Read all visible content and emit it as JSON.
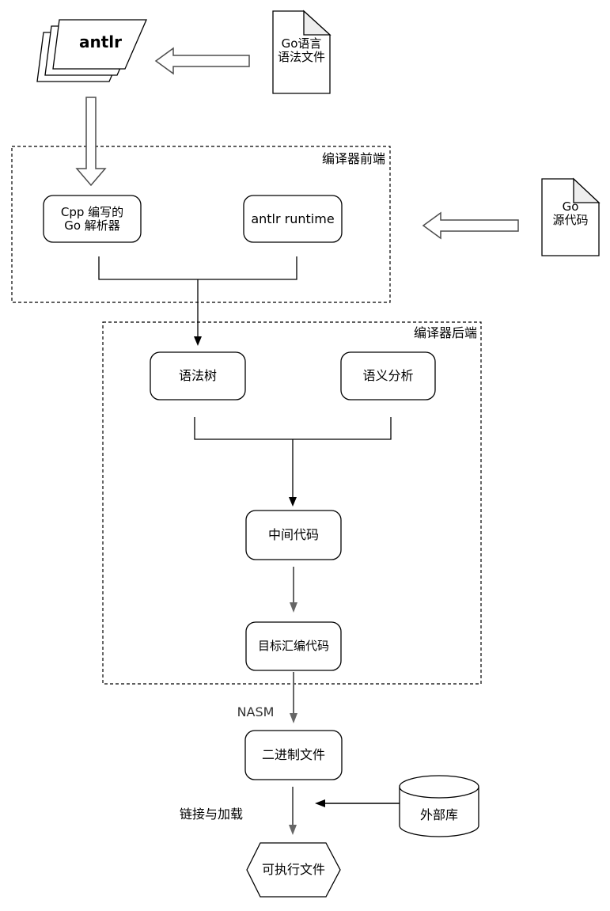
{
  "nodes": {
    "antlr_tool": {
      "label": "antlr"
    },
    "go_grammar_doc": {
      "lines": [
        "Go语言",
        "语法文件"
      ]
    },
    "frontend_group": {
      "label": "编译器前端"
    },
    "cpp_go_parser": {
      "lines": [
        "Cpp 编写的",
        "Go 解析器"
      ]
    },
    "antlr_runtime": {
      "label": "antlr runtime"
    },
    "go_source_doc": {
      "lines": [
        "Go",
        "源代码"
      ]
    },
    "backend_group": {
      "label": "编译器后端"
    },
    "syntax_tree": {
      "label": "语法树"
    },
    "semantic_analysis": {
      "label": "语义分析"
    },
    "intermediate_code": {
      "label": "中间代码"
    },
    "target_assembly": {
      "label": "目标汇编代码"
    },
    "binary_file": {
      "label": "二进制文件"
    },
    "external_library": {
      "label": "外部库"
    },
    "executable_file": {
      "label": "可执行文件"
    }
  },
  "edge_labels": {
    "nasm": "NASM",
    "link_and_load": "链接与加载"
  },
  "colors": {
    "stroke": "#000000",
    "arrow_gray": "#666666",
    "hollow_arrow_stroke": "#4d4d4d",
    "doc_fold_fill": "#eeeeee",
    "node_fill": "#ffffff",
    "background": "#ffffff"
  }
}
